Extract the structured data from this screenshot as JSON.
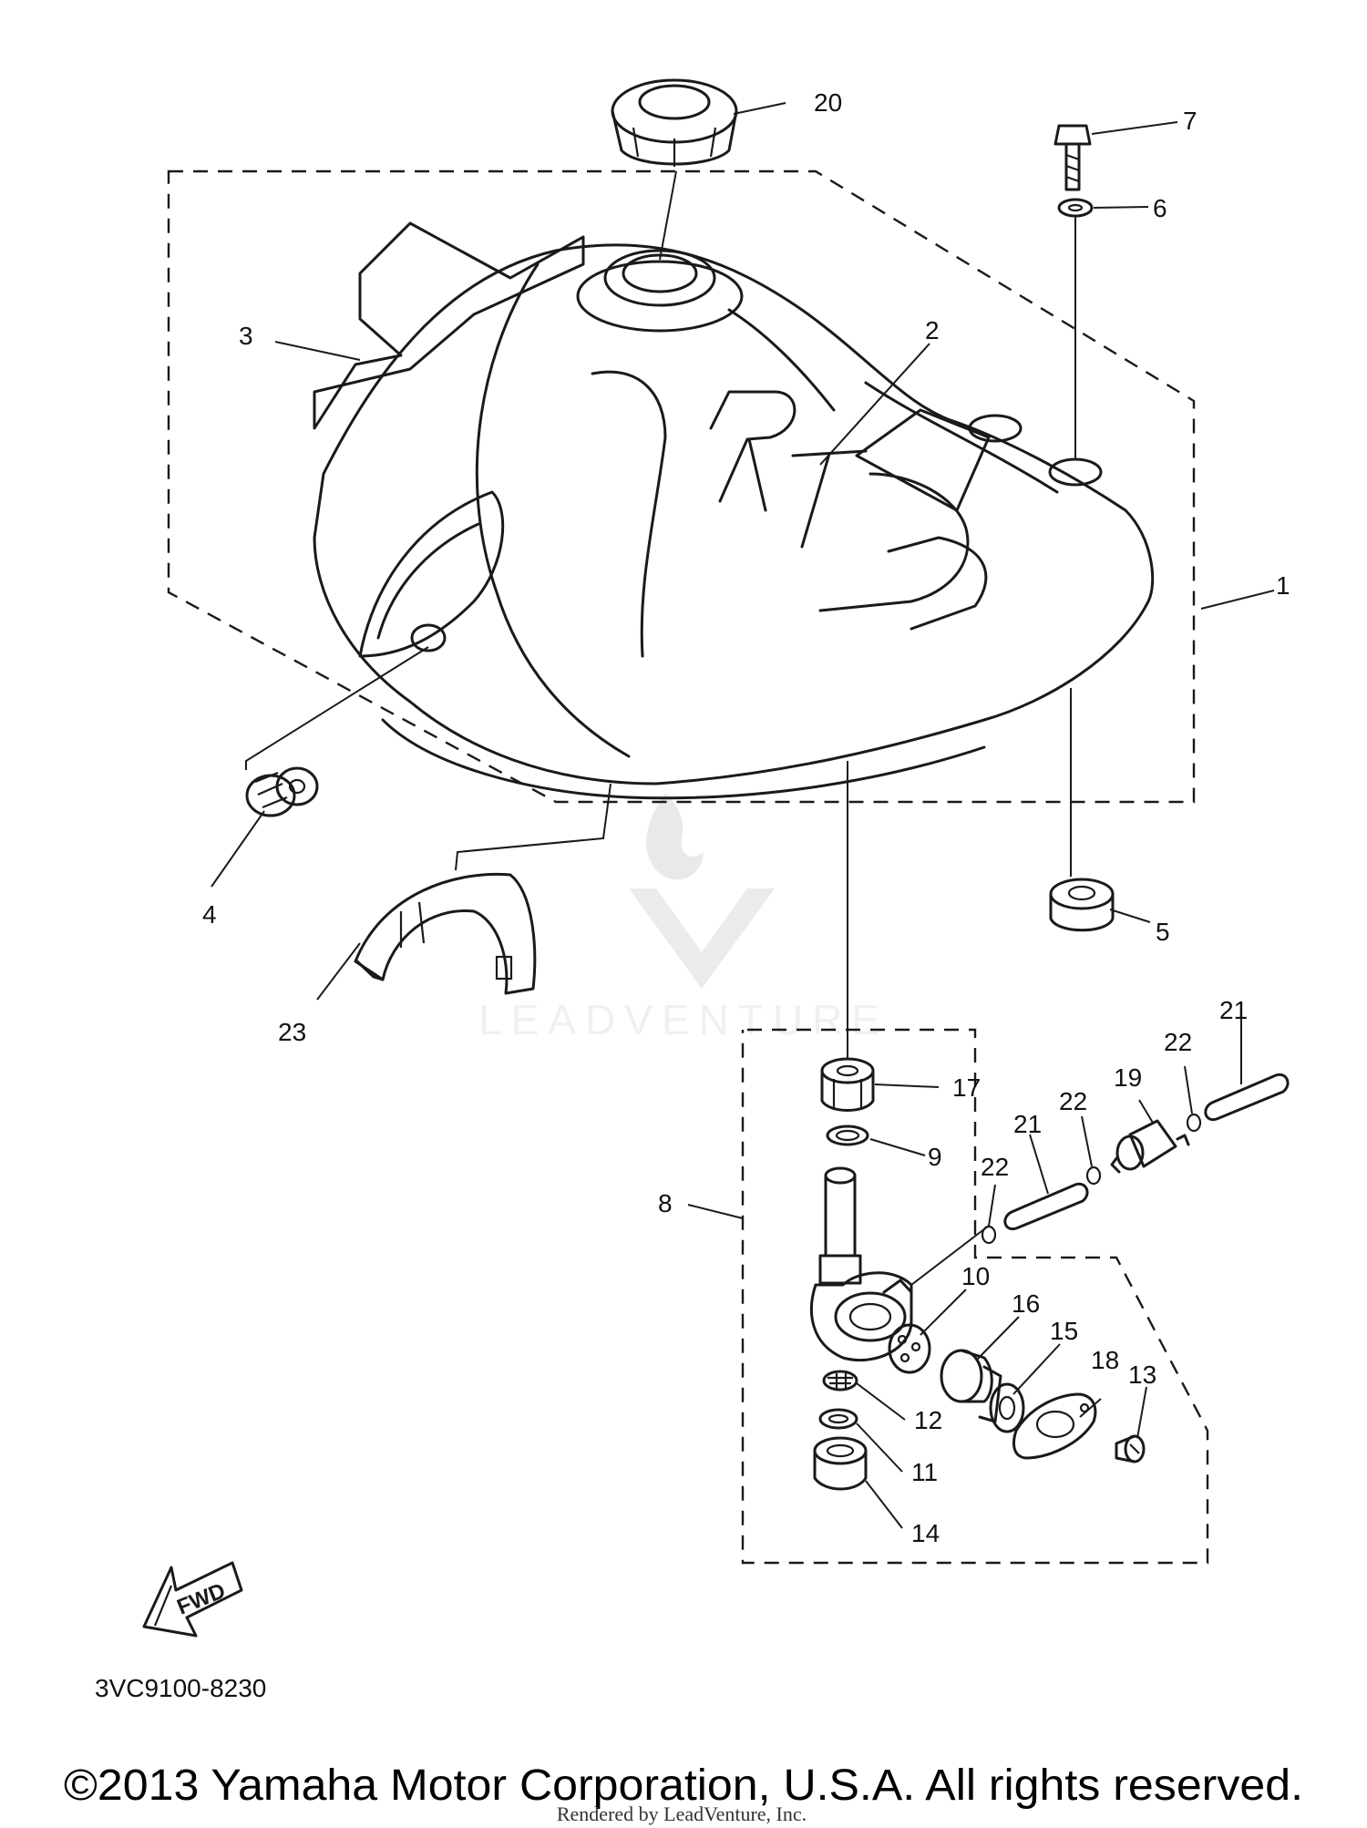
{
  "callouts": [
    "1",
    "2",
    "3",
    "4",
    "5",
    "6",
    "7",
    "8",
    "9",
    "10",
    "11",
    "12",
    "13",
    "14",
    "15",
    "16",
    "17",
    "18",
    "19",
    "20",
    "21",
    "22",
    "23"
  ],
  "repeat_labels": {
    "part_21": "21",
    "part_22": "22"
  },
  "fwd_label": "FWD",
  "diagram_code": "3VC9100-8230",
  "copyright": "©2013 Yamaha Motor Corporation, U.S.A. All rights reserved.",
  "rendered_by": "Rendered by LeadVenture, Inc.",
  "watermark": "LEADVENTURE"
}
